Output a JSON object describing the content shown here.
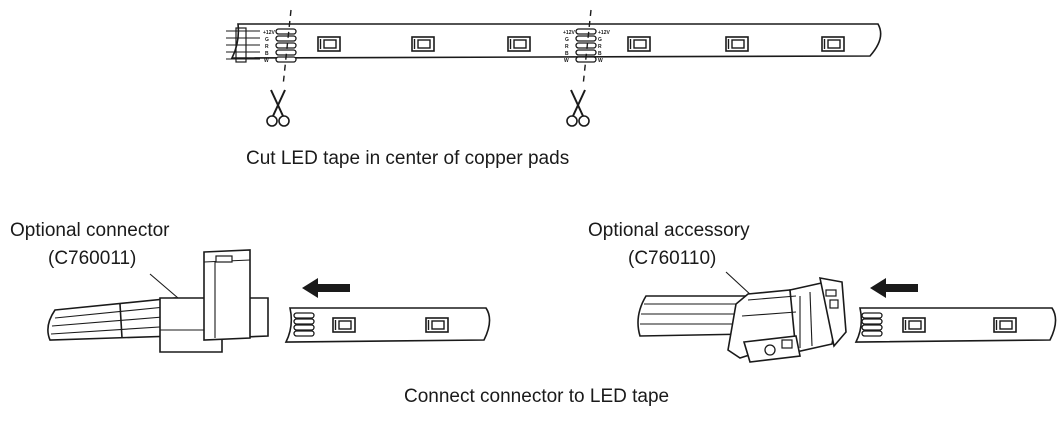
{
  "captions": {
    "cut_instruction": "Cut LED tape in center of copper pads",
    "connect_instruction": "Connect connector to LED tape"
  },
  "connector": {
    "label": "Optional connector",
    "part_number": "(C760011)"
  },
  "accessory": {
    "label": "Optional accessory",
    "part_number": "(C760110)"
  },
  "pad_labels": {
    "left": [
      "+12V",
      "G",
      "R",
      "B",
      "W"
    ],
    "right": [
      "+12V",
      "G",
      "R",
      "B",
      "W"
    ]
  },
  "icons": {
    "scissors": "scissors-icon",
    "arrow": "arrow-left-icon",
    "led_chip": "led-chip-icon"
  },
  "colors": {
    "ink": "#1a1a1a",
    "background": "#ffffff"
  }
}
